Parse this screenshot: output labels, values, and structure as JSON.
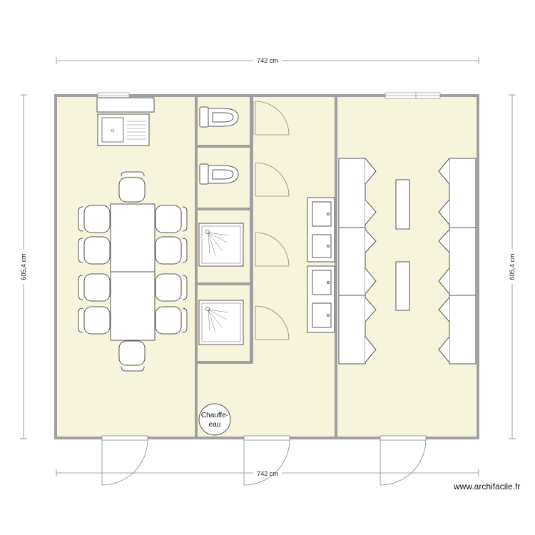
{
  "dimensions": {
    "top_width": "742 cm",
    "bottom_width": "742 cm",
    "left_height": "605,4 cm",
    "right_height": "605,4 cm"
  },
  "labels": {
    "water_heater_line1": "Chauffe-",
    "water_heater_line2": "eau"
  },
  "watermark": "www.archifacile.fr",
  "colors": {
    "floor": "#f7f4dc",
    "wall": "#a0a0a0",
    "line": "#555555"
  }
}
